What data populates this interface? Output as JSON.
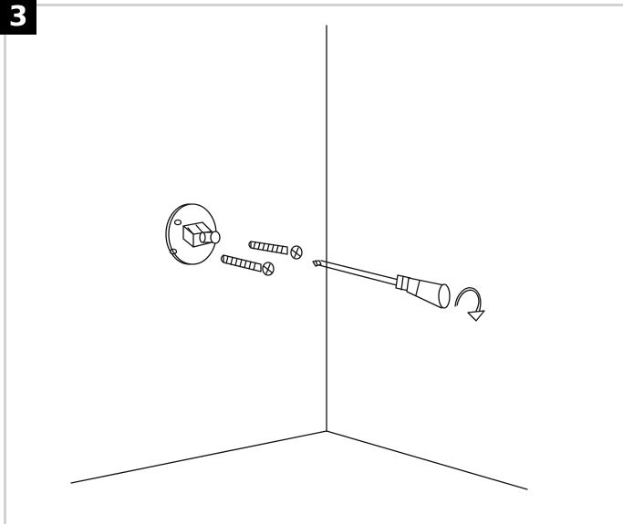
{
  "step": {
    "number": "3"
  },
  "colors": {
    "line": "#111111",
    "frame": "#d2d2d2",
    "badge_bg": "#000000",
    "badge_text": "#ffffff"
  },
  "parts": {
    "bracket": "wall-mount-bracket",
    "screws": [
      "wall-screw-upper",
      "wall-screw-lower"
    ],
    "tool": "phillips-screwdriver",
    "action": "clockwise-rotation-arrow"
  }
}
